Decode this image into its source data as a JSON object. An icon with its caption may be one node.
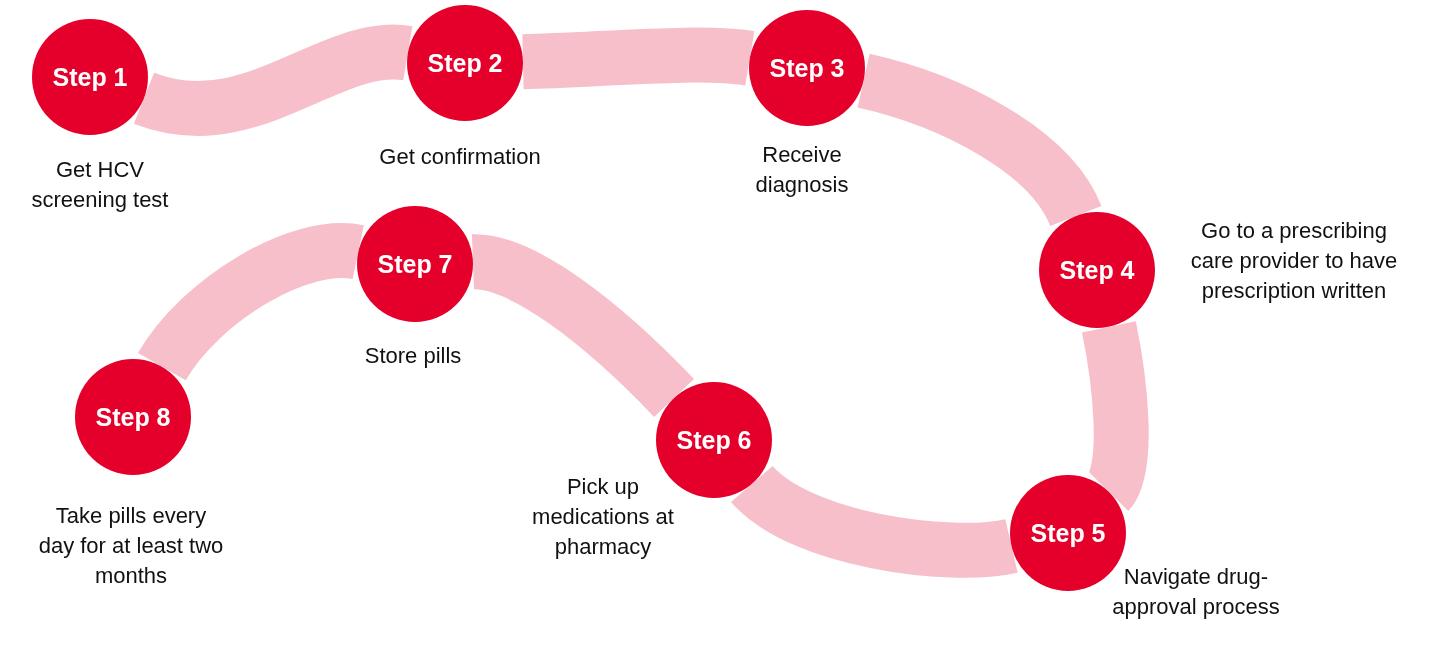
{
  "diagram": {
    "nodes": [
      {
        "text": [
          "Step 1"
        ],
        "beside": [
          "Get HCV screening test"
        ]
      },
      {
        "text": [
          "Step 2"
        ],
        "beside": [
          "Get confirmation"
        ]
      },
      {
        "text": [
          "Step 3"
        ],
        "beside": [
          "Receive diagnosis"
        ]
      },
      {
        "text": [
          "Step 4"
        ],
        "beside": [
          "Go to a prescribing care provider to have prescription written"
        ]
      },
      {
        "text": [
          "Step 5"
        ],
        "beside": [
          "Navigate drug-approval process"
        ]
      },
      {
        "text": [
          "Step 6"
        ],
        "beside": [
          "Pick up medications at pharmacy"
        ]
      },
      {
        "text": [
          "Step 7"
        ],
        "beside": [
          "Store pills"
        ]
      },
      {
        "text": [
          "Step 8"
        ],
        "beside": [
          "Take pills every day for at least two months"
        ]
      }
    ],
    "edges": [
      {
        "from": 0,
        "to": 1,
        "arrow": "none"
      },
      {
        "from": 1,
        "to": 2,
        "arrow": "none"
      },
      {
        "from": 2,
        "to": 3,
        "arrow": "none"
      },
      {
        "from": 3,
        "to": 4,
        "arrow": "none"
      },
      {
        "from": 4,
        "to": 5,
        "arrow": "none"
      },
      {
        "from": 5,
        "to": 6,
        "arrow": "none"
      },
      {
        "from": 6,
        "to": 7,
        "arrow": "none"
      }
    ]
  }
}
